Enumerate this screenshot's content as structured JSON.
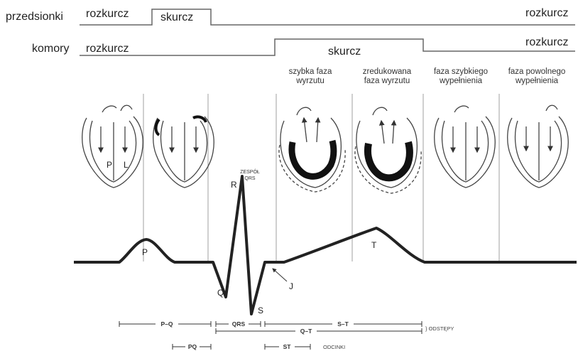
{
  "atria": {
    "label": "przedsionki",
    "phase_left": "rozkurcz",
    "phase_middle": "skurcz",
    "phase_right": "rozkurcz"
  },
  "ventricles": {
    "label": "komory",
    "phase_left": "rozkurcz",
    "phase_middle": "skurcz",
    "phase_right": "rozkurcz"
  },
  "phases": [
    "szybka faza\nwyrzutu",
    "zredukowana\nfaza wyrzutu",
    "faza szybkiego\nwypełnienia",
    "faza powolnego\nwypełnienia"
  ],
  "heart_letters": {
    "right": "P",
    "left": "L"
  },
  "ecg": {
    "p": "P",
    "q": "Q",
    "r": "R",
    "s": "S",
    "t": "T",
    "j": "J",
    "qrs_caption": [
      "ZESPÓŁ",
      "QRS"
    ]
  },
  "intervals": {
    "pq_interval": "P–Q",
    "qrs": "QRS",
    "st_interval": "S–T",
    "qt": "Q–T",
    "intervals_note": "} ODSTĘPY",
    "pq_segment": "PQ",
    "st_segment": "ST",
    "segments_note": "ODCINKI"
  }
}
